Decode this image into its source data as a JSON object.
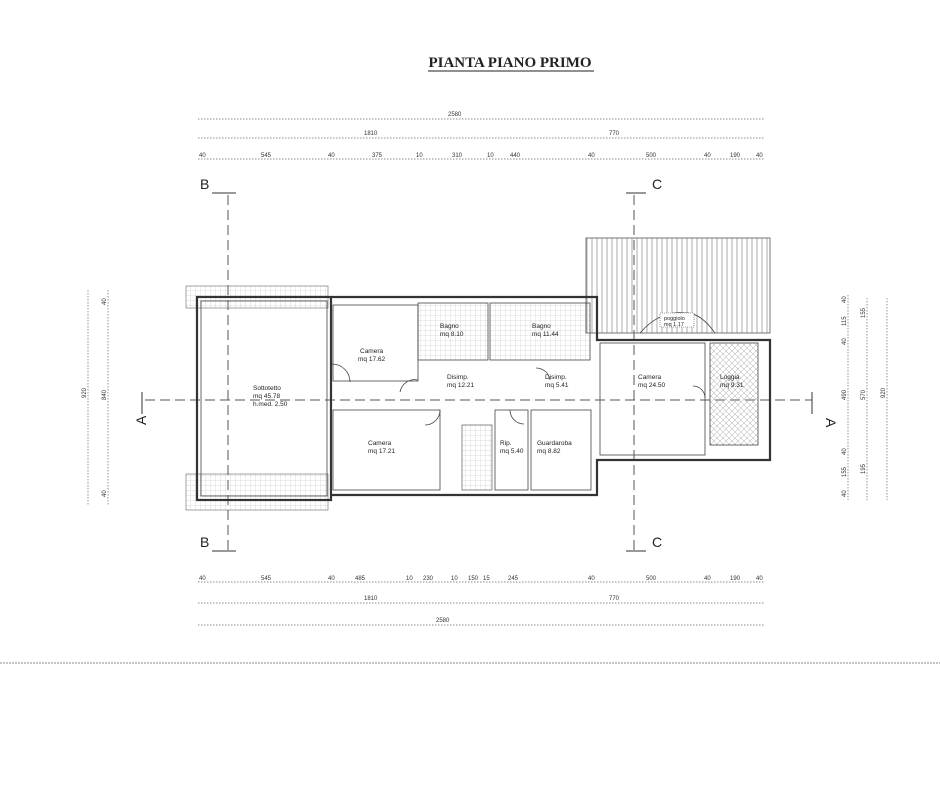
{
  "title": "PIANTA PIANO PRIMO",
  "dimensions": {
    "top_total": "2580",
    "top_sub": [
      "1810",
      "770"
    ],
    "top_segments": [
      "40",
      "545",
      "40",
      "375",
      "10",
      "310",
      "10",
      "440",
      "40",
      "500",
      "40",
      "190",
      "40"
    ],
    "bottom_segments": [
      "40",
      "545",
      "40",
      "485",
      "10",
      "230",
      "10",
      "150",
      "15",
      "245",
      "40",
      "500",
      "40",
      "190",
      "40"
    ],
    "bottom_sub": [
      "1810",
      "770"
    ],
    "bottom_total": "2580",
    "left_segments": [
      "40",
      "840",
      "40"
    ],
    "left_total": "920",
    "right_segments": [
      "40",
      "115",
      "40",
      "490",
      "40",
      "155",
      "40"
    ],
    "right_sub": [
      "155",
      "570",
      "195"
    ],
    "right_total": "920"
  },
  "sections": {
    "a": "A",
    "b": "B",
    "c": "C"
  },
  "rooms": {
    "sottotetto": {
      "name": "Sottotetto",
      "area": "mq 45.78",
      "height": "h.med. 2.50"
    },
    "camera1": {
      "name": "Camera",
      "area": "mq 17.62"
    },
    "bagno1": {
      "name": "Bagno",
      "area": "mq 8.10"
    },
    "bagno2": {
      "name": "Bagno",
      "area": "mq 11.44"
    },
    "disimp1": {
      "name": "Disimp.",
      "area": "mq 12.21"
    },
    "disimp2": {
      "name": "Disimp.",
      "area": "mq 5.41"
    },
    "camera2": {
      "name": "Camera",
      "area": "mq 17.21"
    },
    "rip": {
      "name": "Rip.",
      "area": "mq 5.40"
    },
    "guardaroba": {
      "name": "Guardaroba",
      "area": "mq 8.82"
    },
    "camera3": {
      "name": "Camera",
      "area": "mq 24.50"
    },
    "loggia": {
      "name": "Loggia",
      "area": "mq 9.31"
    },
    "poggiolo": {
      "name": "poggiolo",
      "area": "mq 1.17"
    }
  }
}
